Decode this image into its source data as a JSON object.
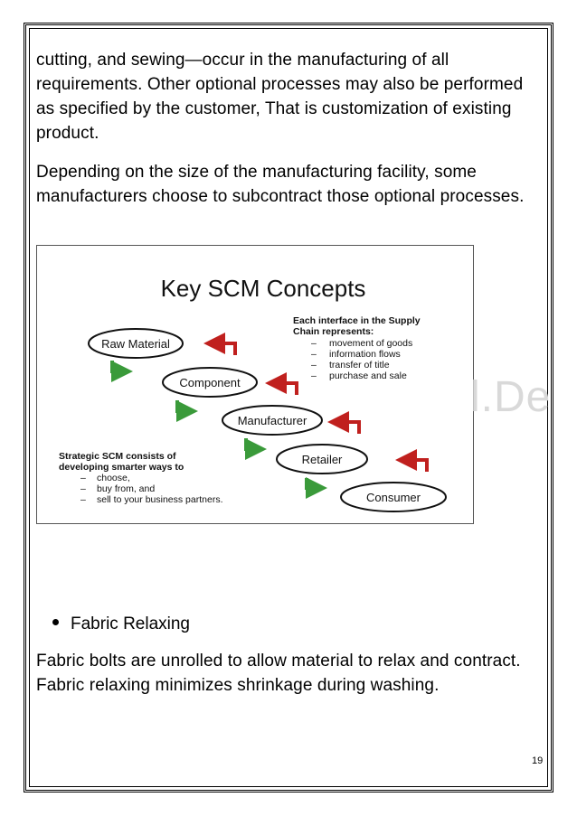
{
  "paragraphs": {
    "p1": "cutting, and sewing—occur in the manufacturing of all requirements. Other optional processes may also be performed as specified by the customer, That is customization of existing product.",
    "p2": "Depending on the size of the manufacturing facility, some manufacturers choose to subcontract those optional processes.",
    "p3": "Fabric bolts are unrolled to allow material to relax and contract. Fabric relaxing minimizes shrinkage during washing."
  },
  "bullet": "Fabric Relaxing",
  "page_number": "19",
  "watermark": "l.De",
  "figure": {
    "title": "Key SCM Concepts",
    "stages": [
      "Raw Material",
      "Component",
      "Manufacturer",
      "Retailer",
      "Consumer"
    ],
    "interface_heading_1": "Each interface in the Supply",
    "interface_heading_2": "Chain represents:",
    "interface_items": [
      "movement of goods",
      "information flows",
      "transfer of title",
      "purchase and sale"
    ],
    "strategic_heading_1": "Strategic SCM consists of",
    "strategic_heading_2": "developing smarter ways to",
    "strategic_items": [
      "choose,",
      "buy from, and",
      "sell to your business partners."
    ],
    "colors": {
      "forward_arrow": "#3a9a3a",
      "return_arrow": "#c0201e"
    }
  }
}
